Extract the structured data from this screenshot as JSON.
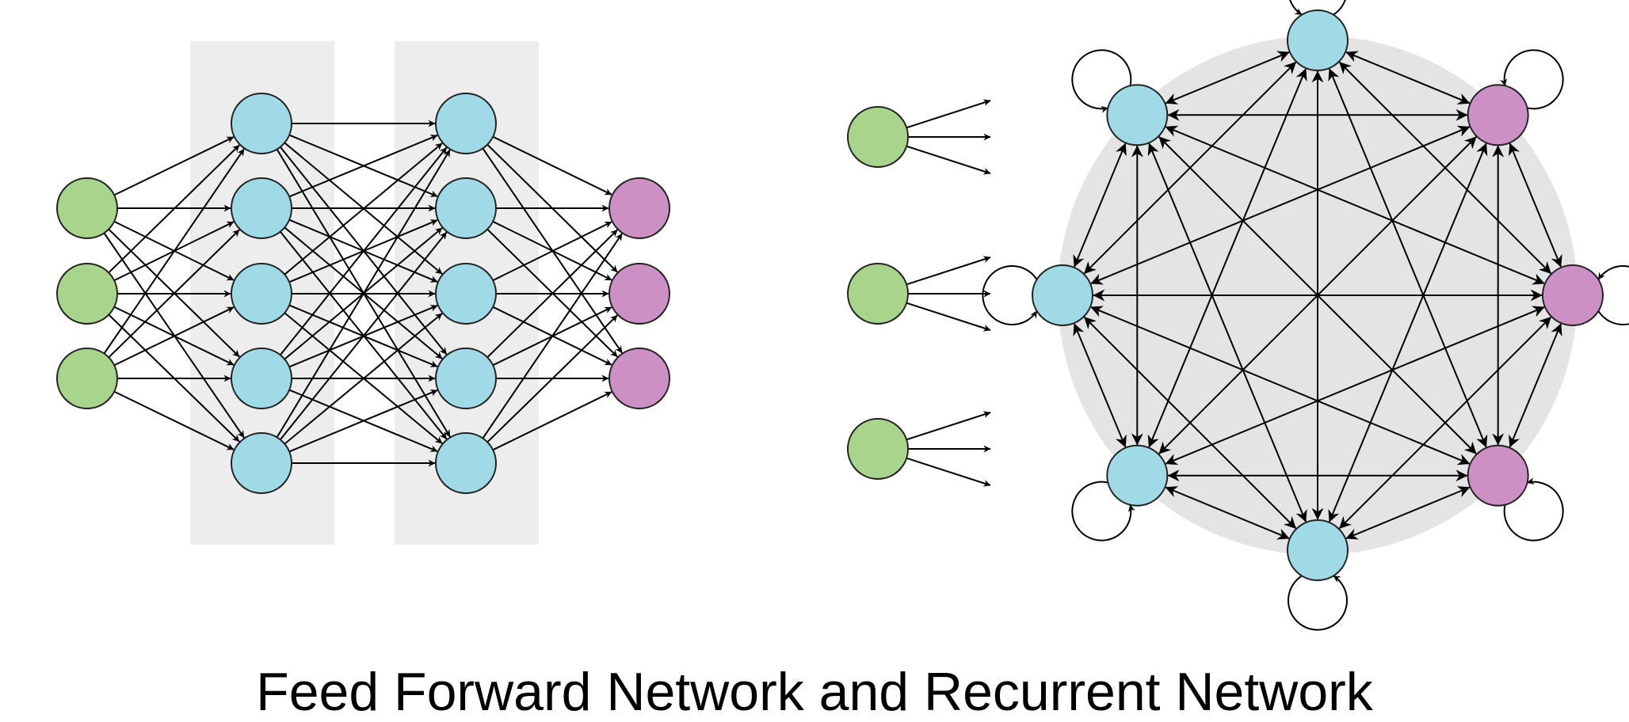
{
  "caption": "Feed Forward Network and Recurrent Network",
  "colors": {
    "input": "#a8d48c",
    "hidden": "#a0dae6",
    "output": "#cc90c4",
    "layer_band": "#ededed",
    "recurrent_disc": "#e4e4e4",
    "edge": "#000000"
  },
  "feed_forward": {
    "layers": [
      {
        "role": "input",
        "size": 3
      },
      {
        "role": "hidden",
        "size": 5
      },
      {
        "role": "hidden",
        "size": 5
      },
      {
        "role": "output",
        "size": 3
      }
    ],
    "connectivity": "fully-connected"
  },
  "recurrent": {
    "inputs": 3,
    "input_fanout": 3,
    "ring": [
      "hidden",
      "output",
      "output",
      "output",
      "hidden",
      "hidden",
      "hidden",
      "hidden"
    ],
    "self_loops": true,
    "connectivity": "all-to-all-bidirectional"
  }
}
